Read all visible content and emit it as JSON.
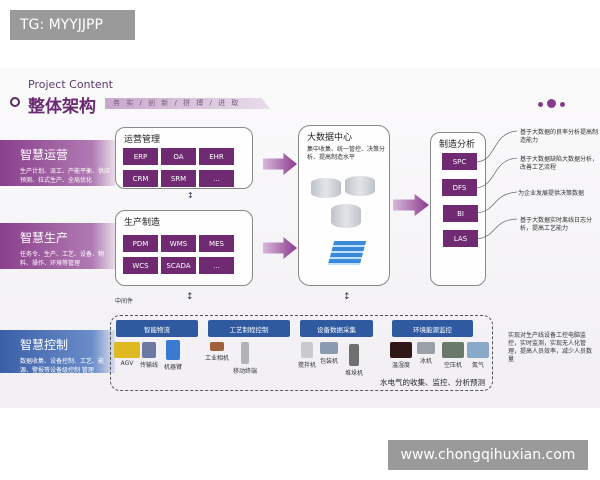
{
  "header_label": "TG: MYYJJPP",
  "watermark": "www.chongqihuxian.com",
  "slide": {
    "subtitle": "Project Content",
    "title": "整体架构",
    "tagline": "务 实 / 创 新 / 拼 搏 / 进 取",
    "bands": [
      {
        "title": "智慧运营",
        "desc": "生产计划、派工、产能平衡、供应预测、拉式生产、全局优化"
      },
      {
        "title": "智慧生产",
        "desc": "任务令、生产、工艺、设备、物料、操作、环境等管理"
      },
      {
        "title": "智慧控制",
        "desc": "数据收集、设备控制、工艺、能源、警报等设备级控制 管理"
      }
    ],
    "ops": {
      "title": "运营管理",
      "items": [
        "ERP",
        "OA",
        "EHR",
        "CRM",
        "SRM",
        "..."
      ]
    },
    "prod": {
      "title": "生产制造",
      "items": [
        "PDM",
        "WMS",
        "MES",
        "WCS",
        "SCADA",
        "..."
      ]
    },
    "bigdata": {
      "title": "大数据中心",
      "desc": "集中收集、统一管控、决策分析、提高制造水平"
    },
    "analysis": {
      "title": "制造分析",
      "items": [
        "SPC",
        "DFS",
        "BI",
        "LAS"
      ],
      "descs": [
        "基于大数据的良率分析提高制造能力",
        "基于大数据缺陷大数据分析，改善工艺流程",
        "为企业发展提供决策数据",
        "基于大数据实时离线日志分析，提高工艺能力"
      ]
    },
    "middleware": "中间件",
    "control": {
      "categories": [
        "智能物流",
        "工艺制程控制",
        "设备数据采集",
        "环境能源监控"
      ],
      "items": [
        "AGV",
        "传输线",
        "机器臂",
        "工业相机",
        "移动终端",
        "搅拌机",
        "包装机",
        "堆垛机",
        "温湿度",
        "冰机",
        "空压机",
        "氮气"
      ],
      "footer": "水电气的收集、监控、分析预测",
      "right_desc": "实现对生产线设备工控电脑监控，实时监测，实现无人化管理，提高人员效率，减少人员数量"
    }
  }
}
